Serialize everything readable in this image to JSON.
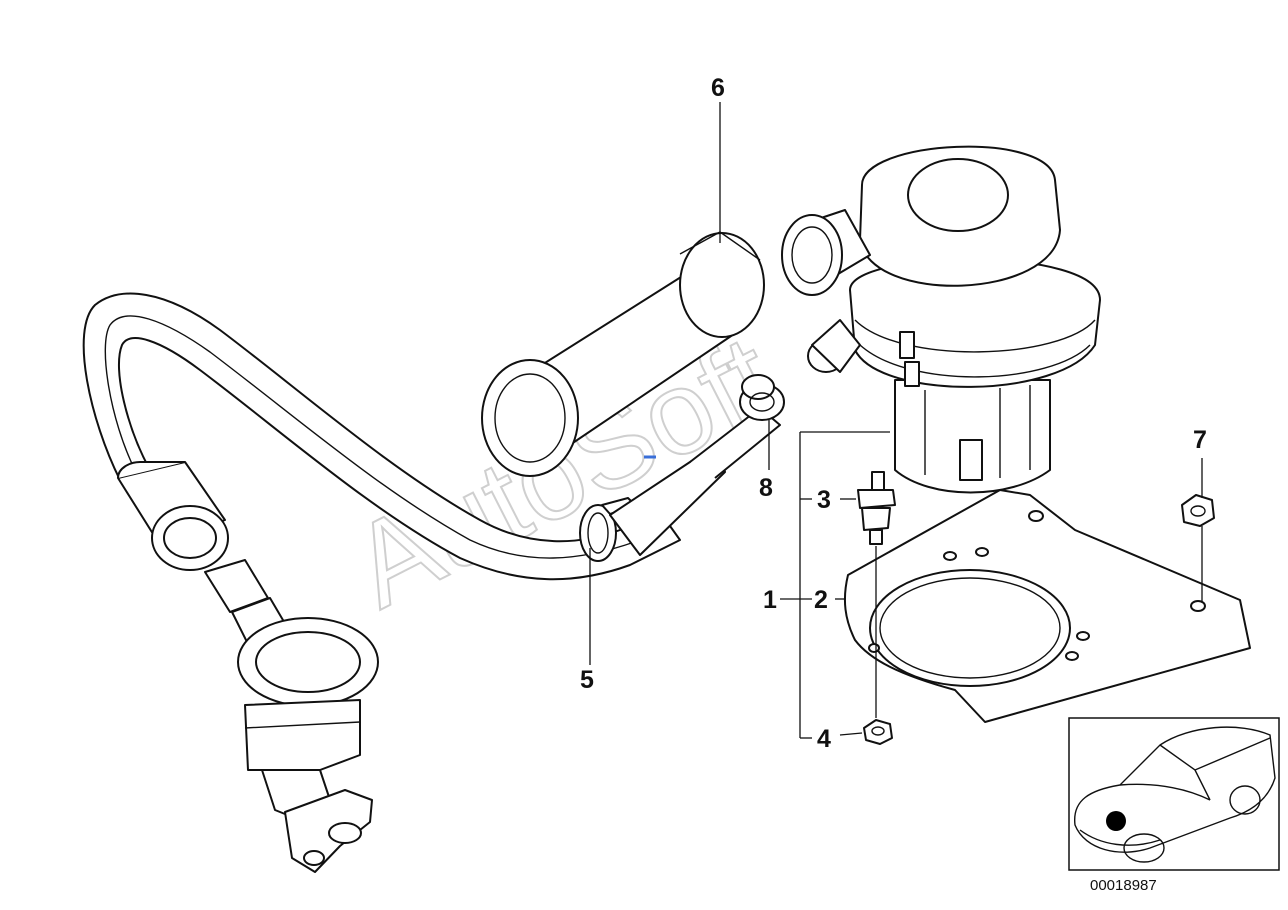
{
  "callouts": [
    {
      "id": "1",
      "label": "1"
    },
    {
      "id": "2",
      "label": "2"
    },
    {
      "id": "3",
      "label": "3"
    },
    {
      "id": "4",
      "label": "4"
    },
    {
      "id": "5",
      "label": "5"
    },
    {
      "id": "6",
      "label": "6"
    },
    {
      "id": "7",
      "label": "7"
    },
    {
      "id": "8",
      "label": "8"
    }
  ],
  "watermark": "AutoSoft",
  "document_number": "00018987",
  "colors": {
    "line": "#111111",
    "watermark": "#cfcfcf",
    "marker": "#000000",
    "accent": "#3a6fd8"
  }
}
